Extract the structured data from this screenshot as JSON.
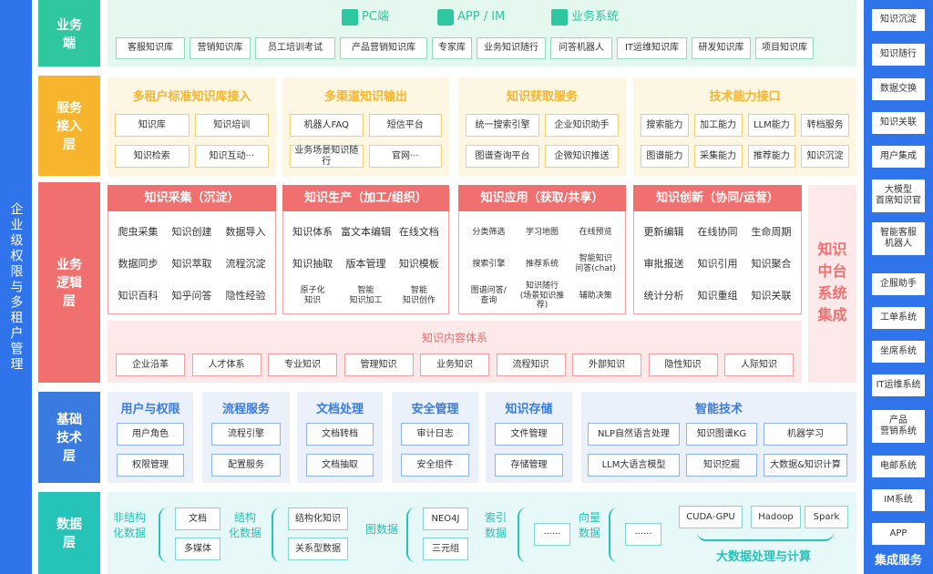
{
  "left_bar": "企业级权限与多租户管理",
  "colors": {
    "blue": "#2f74ea",
    "teal": "#2ec7a0",
    "yellow": "#f6b52c",
    "red": "#f07070",
    "steel": "#3a7be0",
    "cyan": "#26c3b8"
  },
  "layers": {
    "business_end": {
      "label": "业务端",
      "channels": [
        {
          "icon": "monitor-icon",
          "label": "PC端"
        },
        {
          "icon": "phone-icon",
          "label": "APP / IM"
        },
        {
          "icon": "cube-icon",
          "label": "业务系统"
        }
      ],
      "items": [
        "客服知识库",
        "营销知识库",
        "员工培训考试",
        "产品营销知识库",
        "专家库",
        "业务知识随行",
        "问答机器人",
        "IT运维知识库",
        "研发知识库",
        "项目知识库"
      ]
    },
    "service": {
      "label": "服务接入层",
      "groups": [
        {
          "title": "多租户标准知识库接入",
          "items": [
            "知识库",
            "知识培训",
            "知识检索",
            "知识互动···"
          ]
        },
        {
          "title": "多渠道知识输出",
          "items": [
            "机器人FAQ",
            "短信平台",
            "业务场景知识随行",
            "官网···"
          ]
        },
        {
          "title": "知识获取服务",
          "items": [
            "统一搜索引擎",
            "企业知识助手",
            "图谱查询平台",
            "企微知识推送"
          ]
        },
        {
          "title": "技术能力接口",
          "items": [
            "搜索能力",
            "加工能力",
            "LLM能力",
            "转档服务",
            "图谱能力",
            "采集能力",
            "推荐能力",
            "知识沉淀"
          ]
        }
      ]
    },
    "logic": {
      "label": "业务逻辑层",
      "groups": [
        {
          "title": "知识采集（沉淀）",
          "items": [
            "爬虫采集",
            "知识创建",
            "数据导入",
            "数据同步",
            "知识萃取",
            "流程沉淀",
            "知识百科",
            "知乎问答",
            "隐性经验"
          ]
        },
        {
          "title": "知识生产（加工/组织）",
          "items": [
            "知识体系",
            "富文本编辑",
            "在线文档",
            "知识抽取",
            "版本管理",
            "知识模板",
            "原子化\n知识",
            "智能\n知识加工",
            "智能\n知识创作"
          ]
        },
        {
          "title": "知识应用（获取/共享）",
          "items": [
            "分类筛选",
            "学习地图",
            "在线预览",
            "搜索引擎",
            "推荐系统",
            "智能知识\n问答(chat)",
            "图谱问答/\n查询",
            "知识随行\n(场景知识推荐)",
            "辅助决策"
          ]
        },
        {
          "title": "知识创新（协同/运营）",
          "items": [
            "更新编辑",
            "在线协同",
            "生命周期",
            "审批报送",
            "知识引用",
            "知识聚合",
            "统计分析",
            "知识重组",
            "知识关联"
          ]
        }
      ],
      "side": "知识中台系统集成",
      "content": {
        "title": "知识内容体系",
        "items": [
          "企业沿革",
          "人才体系",
          "专业知识",
          "管理知识",
          "业务知识",
          "流程知识",
          "外部知识",
          "隐性知识",
          "人际知识"
        ]
      }
    },
    "tech": {
      "label": "基础技术层",
      "groups": [
        {
          "title": "用户与权限",
          "items": [
            "用户角色",
            "权限管理"
          ]
        },
        {
          "title": "流程服务",
          "items": [
            "流程引擎",
            "配置服务"
          ]
        },
        {
          "title": "文档处理",
          "items": [
            "文档转档",
            "文档抽取"
          ]
        },
        {
          "title": "安全管理",
          "items": [
            "审计日志",
            "安全组件"
          ]
        },
        {
          "title": "知识存储",
          "items": [
            "文件管理",
            "存储管理"
          ]
        },
        {
          "title": "智能技术",
          "items": [
            "NLP自然语言处理",
            "知识图谱KG",
            "机器学习",
            "LLM大语言模型",
            "知识挖掘",
            "大数据&知识计算"
          ]
        }
      ]
    },
    "data": {
      "label": "数据层",
      "groups": [
        {
          "title": "非结构\n化数据",
          "items": [
            "文档",
            "多媒体"
          ]
        },
        {
          "title": "结构\n化数据",
          "items": [
            "结构化知识",
            "关系型数据"
          ]
        },
        {
          "title": "图数据",
          "items": [
            "NEO4J",
            "三元组"
          ]
        },
        {
          "title": "索引\n数据",
          "items": [
            "······"
          ]
        },
        {
          "title": "向量\n数据",
          "items": [
            "······"
          ]
        }
      ],
      "bigdata": {
        "items": [
          "CUDA-GPU",
          "Hadoop",
          "Spark"
        ],
        "caption": "大数据处理与计算"
      }
    }
  },
  "integration": {
    "title": "集成服务",
    "items": [
      "知识沉淀",
      "知识随行",
      "数据交换",
      "知识关联",
      "用户集成",
      "大模型\n首席知识官",
      "智能客服\n机器人",
      "企服助手",
      "工单系统",
      "坐席系统",
      "IT运维系统",
      "产品\n营销系统",
      "电邮系统",
      "IM系统",
      "APP"
    ]
  }
}
